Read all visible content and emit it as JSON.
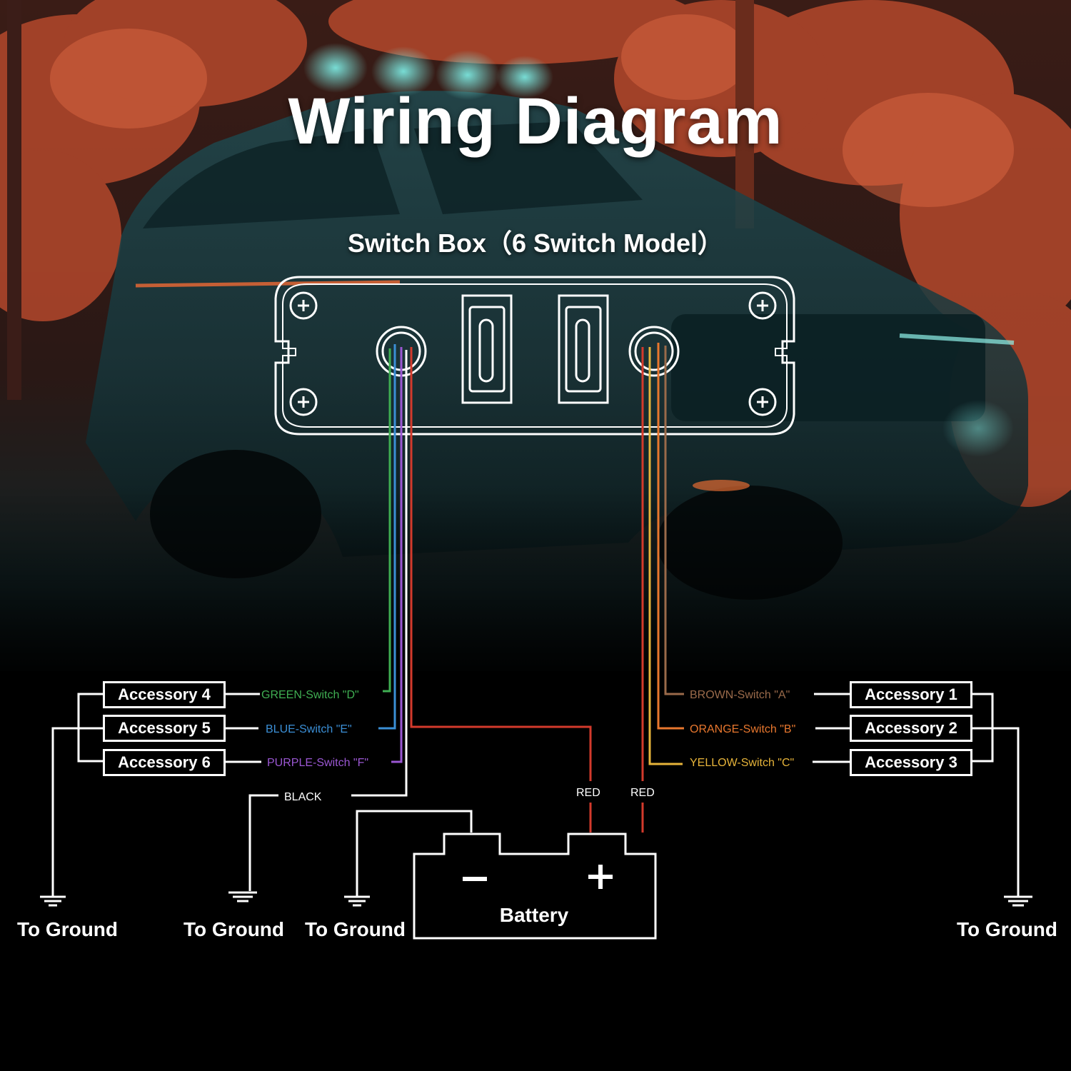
{
  "title": "Wiring Diagram",
  "subtitle": "Switch Box（6 Switch Model）",
  "accessories_left": [
    {
      "label": "Accessory 4",
      "wire": "GREEN-Switch \"D\"",
      "color": "#3fae52"
    },
    {
      "label": "Accessory 5",
      "wire": "BLUE-Switch \"E\"",
      "color": "#3b8fd6"
    },
    {
      "label": "Accessory 6",
      "wire": "PURPLE-Switch \"F\"",
      "color": "#9b57d3"
    }
  ],
  "accessories_right": [
    {
      "label": "Accessory 1",
      "wire": "BROWN-Switch \"A\"",
      "color": "#9a6a4a"
    },
    {
      "label": "Accessory 2",
      "wire": "ORANGE-Switch \"B\"",
      "color": "#e8772e"
    },
    {
      "label": "Accessory 3",
      "wire": "YELLOW-Switch \"C\"",
      "color": "#e7b43a"
    }
  ],
  "black_wire": {
    "label": "BLACK"
  },
  "red_wires": [
    {
      "label": "RED"
    },
    {
      "label": "RED"
    }
  ],
  "battery": {
    "label": "Battery",
    "minus": "−",
    "plus": "+"
  },
  "grounds": [
    "To Ground",
    "To Ground",
    "To Ground",
    "To Ground"
  ],
  "colors": {
    "red_wire": "#d33a2c",
    "outline": "#ffffff",
    "background": "#000000"
  }
}
